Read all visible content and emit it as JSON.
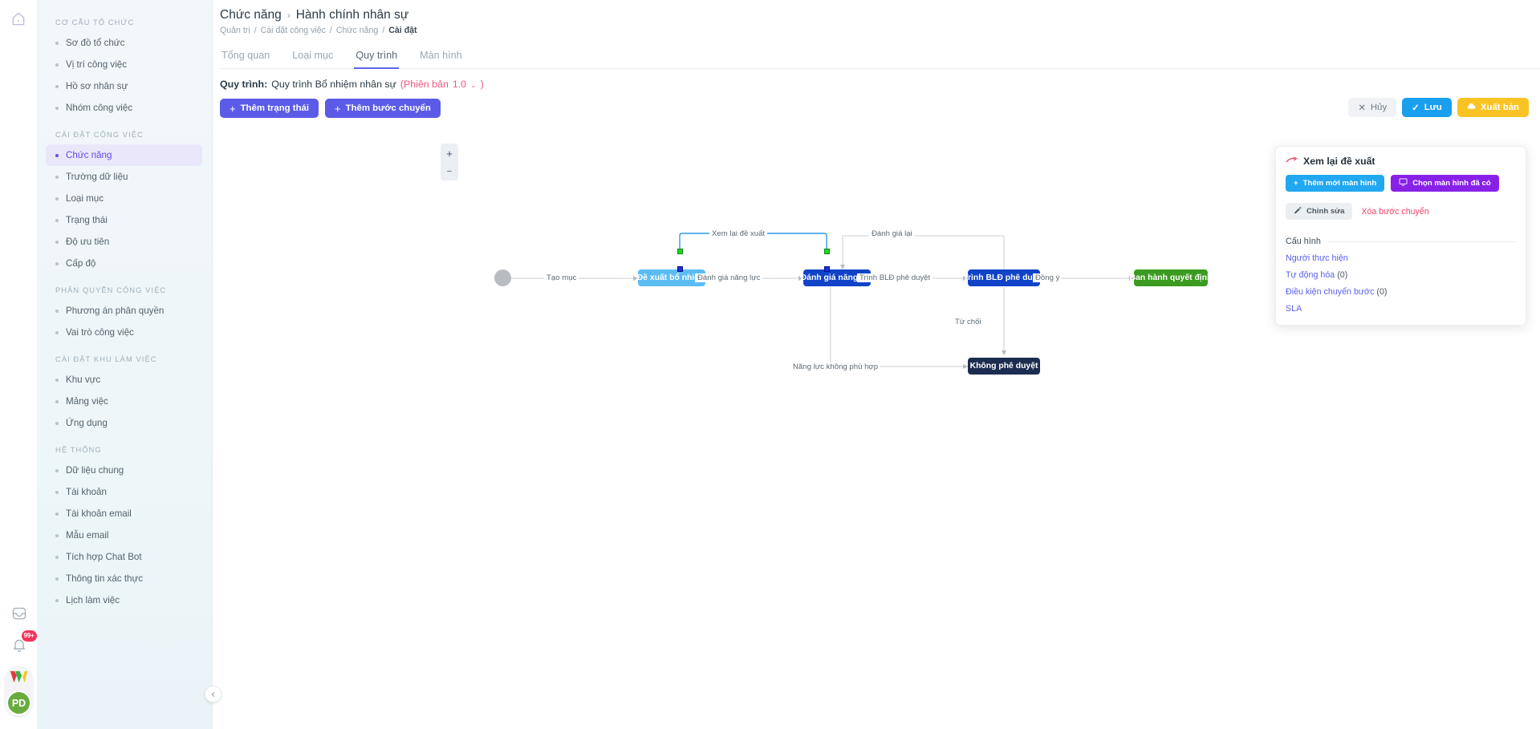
{
  "rail": {
    "home_icon": "home-icon",
    "inbox_icon": "inbox-icon",
    "bell_icon": "bell-icon",
    "notification_badge": "99+",
    "logo_icon": "brand-logo-icon",
    "avatar_initials": "PD"
  },
  "sidebar": {
    "groups": [
      {
        "title": "CƠ CẤU TỔ CHỨC",
        "items": [
          {
            "label": "Sơ đồ tổ chức",
            "active": false
          },
          {
            "label": "Vị trí công việc",
            "active": false
          },
          {
            "label": "Hồ sơ nhân sự",
            "active": false
          },
          {
            "label": "Nhóm công việc",
            "active": false
          }
        ]
      },
      {
        "title": "CÀI ĐẶT CÔNG VIỆC",
        "items": [
          {
            "label": "Chức năng",
            "active": true
          },
          {
            "label": "Trường dữ liệu",
            "active": false
          },
          {
            "label": "Loại mục",
            "active": false
          },
          {
            "label": "Trạng thái",
            "active": false
          },
          {
            "label": "Độ ưu tiên",
            "active": false
          },
          {
            "label": "Cấp độ",
            "active": false
          }
        ]
      },
      {
        "title": "PHÂN QUYỀN CÔNG VIỆC",
        "items": [
          {
            "label": "Phương án phân quyền",
            "active": false
          },
          {
            "label": "Vai trò công việc",
            "active": false
          }
        ]
      },
      {
        "title": "CÀI ĐẶT KHU LÀM VIỆC",
        "items": [
          {
            "label": "Khu vực",
            "active": false
          },
          {
            "label": "Mảng việc",
            "active": false
          },
          {
            "label": "Ứng dụng",
            "active": false
          }
        ]
      },
      {
        "title": "HỆ THỐNG",
        "items": [
          {
            "label": "Dữ liệu chung",
            "active": false
          },
          {
            "label": "Tài khoản",
            "active": false
          },
          {
            "label": "Tài khoản email",
            "active": false
          },
          {
            "label": "Mẫu email",
            "active": false
          },
          {
            "label": "Tích hợp Chat Bot",
            "active": false
          },
          {
            "label": "Thông tin xác thực",
            "active": false
          },
          {
            "label": "Lịch làm việc",
            "active": false
          }
        ]
      }
    ],
    "collapse_icon": "chevron-left-icon"
  },
  "header": {
    "breadcrumb_main": "Chức năng",
    "breadcrumb_sep": "›",
    "breadcrumb_page": "Hành chính nhân sự",
    "sub_crumbs": [
      "Quản trị",
      "Cài đặt công việc",
      "Chức năng"
    ],
    "sub_current": "Cài đặt"
  },
  "tabs": [
    {
      "label": "Tổng quan",
      "active": false
    },
    {
      "label": "Loại mục",
      "active": false
    },
    {
      "label": "Quy trình",
      "active": true
    },
    {
      "label": "Màn hình",
      "active": false
    }
  ],
  "process": {
    "key_label": "Quy trình:",
    "name": "Quy trình Bổ nhiệm nhân sự",
    "version_label": "(Phiên bản",
    "version_value": "1.0",
    "version_caret": "⌄",
    "version_close": ")"
  },
  "toolbar": {
    "add_state_label": "Thêm trạng thái",
    "add_transition_label": "Thêm bước chuyển",
    "cancel_label": "Hủy",
    "save_label": "Lưu",
    "publish_label": "Xuất bản",
    "cancel_icon": "close-icon",
    "save_icon": "check-icon",
    "publish_icon": "cloud-upload-icon"
  },
  "canvas": {
    "zoom_in": "+",
    "zoom_out": "−",
    "zoom_in_icon": "plus-icon",
    "zoom_out_icon": "minus-icon",
    "nodes": [
      {
        "id": "start",
        "label": "",
        "type": "start"
      },
      {
        "id": "n1",
        "label": "Đề xuất bổ nhiệm",
        "color": "lightblue"
      },
      {
        "id": "n2",
        "label": "Đánh giá năng lực",
        "color": "blue"
      },
      {
        "id": "n3",
        "label": "Trình BLĐ phê duyệt",
        "color": "blue"
      },
      {
        "id": "n4",
        "label": "Ban hành quyết định",
        "color": "green"
      },
      {
        "id": "n5",
        "label": "Không phê duyệt",
        "color": "navy"
      }
    ],
    "edges": [
      {
        "label": "Tạo mục"
      },
      {
        "label": "Đánh giá năng lực"
      },
      {
        "label": "Xem lại đề xuất",
        "selected": true
      },
      {
        "label": "Đánh giá lại"
      },
      {
        "label": "Trình BLĐ phê duyệt"
      },
      {
        "label": "Đồng ý"
      },
      {
        "label": "Từ chối"
      },
      {
        "label": "Năng lực không phù hợp"
      }
    ]
  },
  "panel": {
    "title": "Xem lại đề xuất",
    "title_icon": "transition-arrow-icon",
    "add_screen_label": "Thêm mới màn hình",
    "add_screen_icon": "plus-icon",
    "pick_screen_label": "Chọn màn hình đã có",
    "pick_screen_icon": "monitor-icon",
    "edit_label": "Chỉnh sửa",
    "edit_icon": "pencil-icon",
    "delete_label": "Xóa bước chuyển",
    "config_heading": "Cấu hình",
    "config_items": [
      {
        "label": "Người thực hiện",
        "count": ""
      },
      {
        "label": "Tự động hóa",
        "count": "(0)"
      },
      {
        "label": "Điều kiện chuyển bước",
        "count": "(0)"
      },
      {
        "label": "SLA",
        "count": ""
      }
    ]
  },
  "colors": {
    "accent_violet": "#5b5be8",
    "accent_cyan": "#21a8f0",
    "accent_purple": "#8821e8",
    "accent_amber": "#f9c423",
    "danger": "#f2456b",
    "node_lightblue": "#5bbcf4",
    "node_blue": "#1043c8",
    "node_green": "#3a9b20",
    "node_navy": "#1c2d4f"
  }
}
